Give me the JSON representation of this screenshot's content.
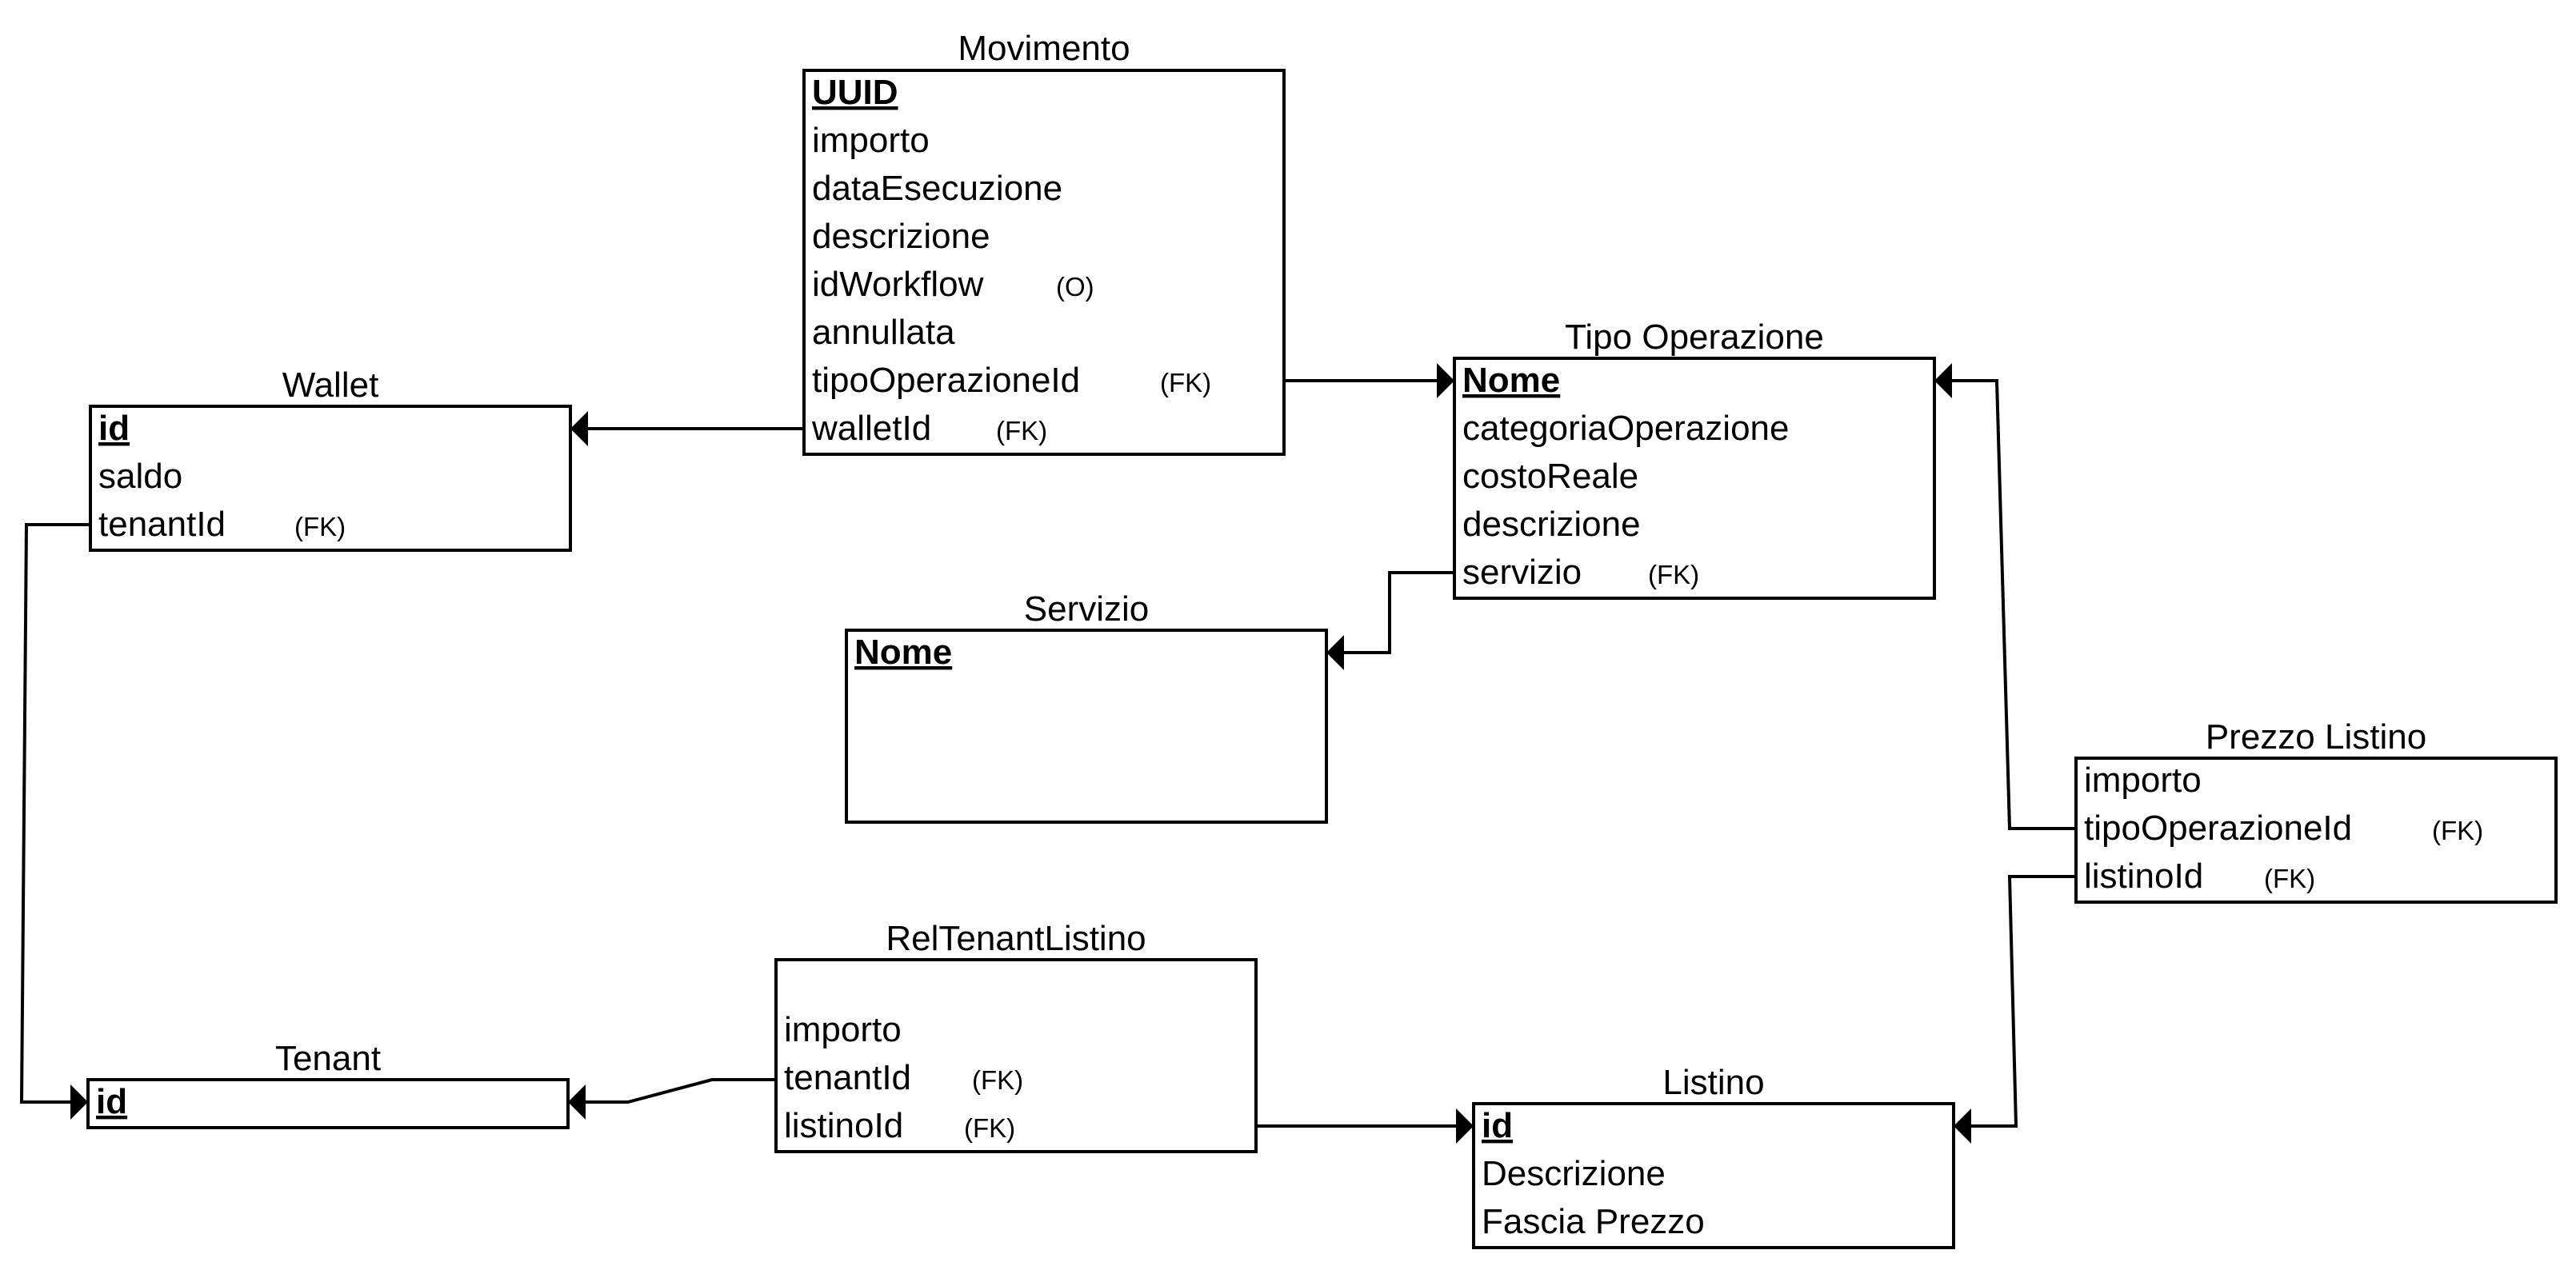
{
  "entities": {
    "movimento": {
      "title": "Movimento",
      "fields": [
        {
          "name": "UUID",
          "pk": true
        },
        {
          "name": "importo"
        },
        {
          "name": "dataEsecuzione"
        },
        {
          "name": "descrizione"
        },
        {
          "name": "idWorkflow",
          "note": "(O)"
        },
        {
          "name": "annullata"
        },
        {
          "name": "tipoOperazioneId",
          "note": "(FK)"
        },
        {
          "name": "walletId",
          "note": "(FK)"
        }
      ]
    },
    "wallet": {
      "title": "Wallet",
      "fields": [
        {
          "name": "id",
          "pk": true
        },
        {
          "name": "saldo"
        },
        {
          "name": "tenantId",
          "note": "(FK)"
        }
      ]
    },
    "tipo_operazione": {
      "title": "Tipo Operazione",
      "fields": [
        {
          "name": "Nome",
          "pk": true
        },
        {
          "name": "categoriaOperazione"
        },
        {
          "name": "costoReale"
        },
        {
          "name": "descrizione"
        },
        {
          "name": "servizio",
          "note": "(FK)"
        }
      ]
    },
    "servizio": {
      "title": "Servizio",
      "fields": [
        {
          "name": "Nome",
          "pk": true
        }
      ]
    },
    "prezzo_listino": {
      "title": "Prezzo Listino",
      "fields": [
        {
          "name": "importo"
        },
        {
          "name": "tipoOperazioneId",
          "note": "(FK)"
        },
        {
          "name": "listinoId",
          "note": "(FK)"
        }
      ]
    },
    "rel_tenant_listino": {
      "title": "RelTenantListino",
      "fields": [
        {
          "name": ""
        },
        {
          "name": "importo"
        },
        {
          "name": "tenantId",
          "note": "(FK)"
        },
        {
          "name": "listinoId",
          "note": "(FK)"
        }
      ]
    },
    "tenant": {
      "title": "Tenant",
      "fields": [
        {
          "name": "id",
          "pk": true
        }
      ]
    },
    "listino": {
      "title": "Listino",
      "fields": [
        {
          "name": "id",
          "pk": true
        },
        {
          "name": "Descrizione"
        },
        {
          "name": "Fascia Prezzo"
        }
      ]
    }
  }
}
